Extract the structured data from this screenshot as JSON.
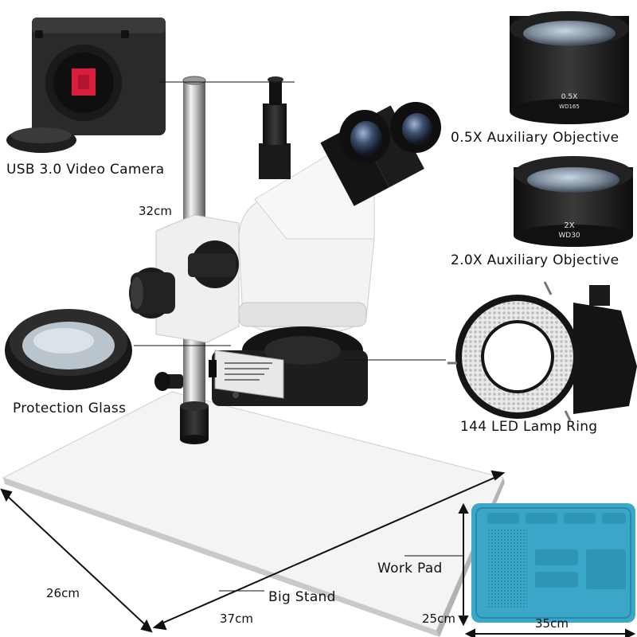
{
  "labels": {
    "camera": "USB 3.0 Video Camera",
    "objective_05": "0.5X Auxiliary Objective",
    "objective_20": "2.0X Auxiliary Objective",
    "lamp_ring": "144 LED Lamp Ring",
    "protection_glass": "Protection Glass",
    "work_pad": "Work Pad",
    "big_stand": "Big Stand"
  },
  "dimensions": {
    "pillar_height": "32cm",
    "stand_depth": "26cm",
    "stand_width": "37cm",
    "pad_height": "25cm",
    "pad_width": "35cm"
  },
  "lens_markings": {
    "objective_05_mag": "0.5X",
    "objective_05_wd": "WD165",
    "objective_20_mag": "2X",
    "objective_20_wd": "WD30"
  },
  "colors": {
    "background": "#ffffff",
    "microscope_body": "#f2f2f2",
    "knob_black": "#1a1a1a",
    "camera_red": "#d81e3c",
    "work_pad_blue": "#3aa6c8"
  }
}
